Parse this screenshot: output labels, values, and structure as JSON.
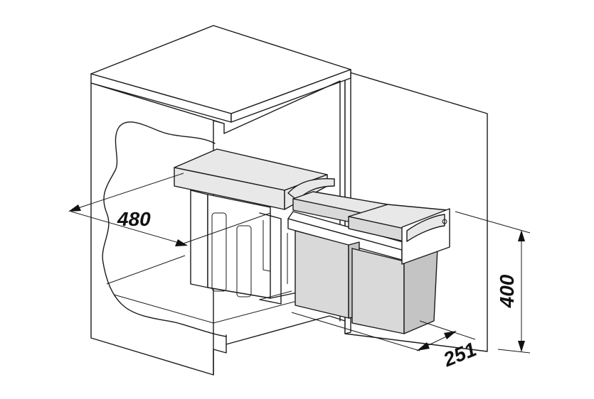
{
  "dimensions": {
    "depth": "480",
    "width": "251",
    "height": "400"
  },
  "colors": {
    "line": "#1a1a1a",
    "bin_fill": "#d9d9d9",
    "bin_shadow": "#c4c4c4",
    "lid_fill": "#e8e8e8",
    "background": "#ffffff"
  }
}
